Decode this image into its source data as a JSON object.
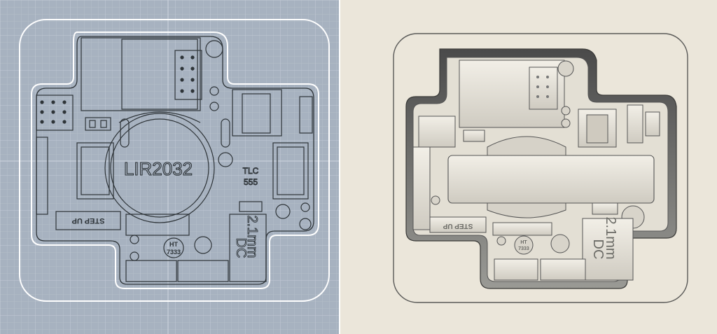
{
  "viewports": {
    "left": {
      "mode": "wireframe"
    },
    "right": {
      "mode": "rendered"
    }
  },
  "labels": {
    "battery": "LIR2032",
    "step_up": "STEP UP",
    "step_up_mirror": "STEP UP",
    "ic_tlc_line1": "TLC",
    "ic_tlc_line2": "555",
    "ht_line1": "HT",
    "ht_line2": "7333",
    "dc_line1": "2.1mm",
    "dc_line2": "DC"
  },
  "colors": {
    "grid_bg": "#a7b2c0",
    "grid_line": "#b9c3cf",
    "outline": "#ffffff",
    "render_bg": "#ebe6da"
  }
}
